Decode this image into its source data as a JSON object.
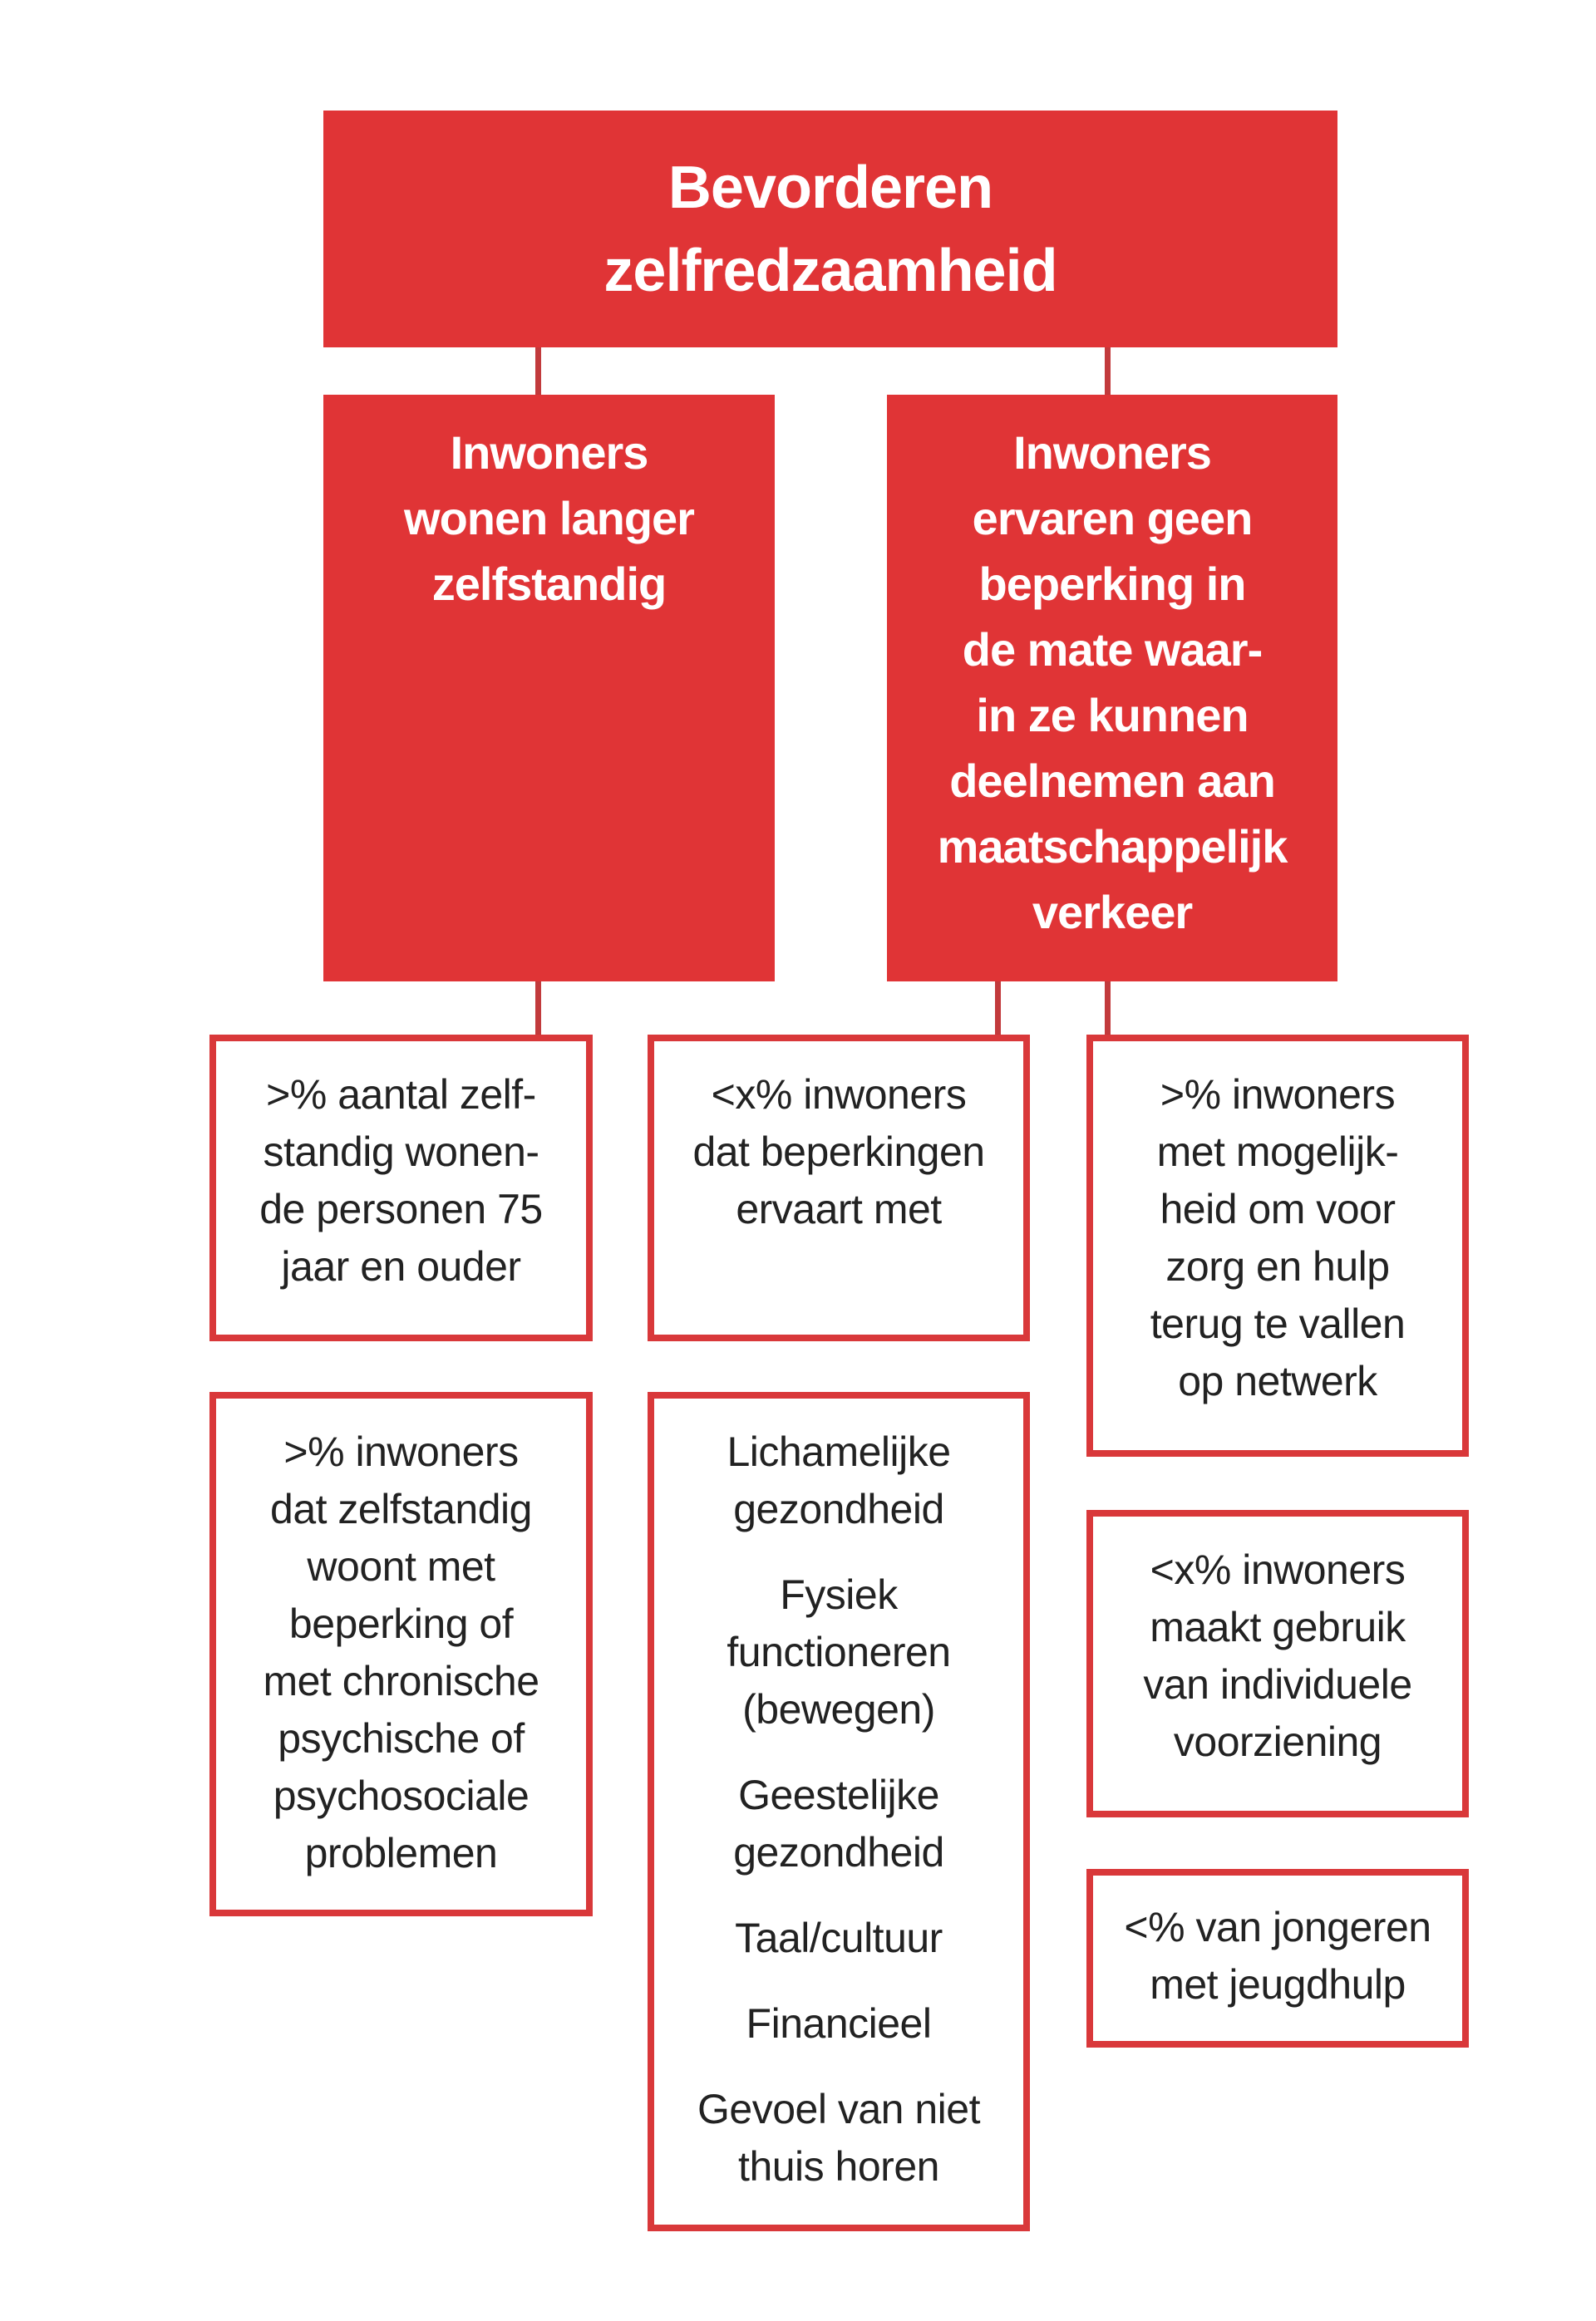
{
  "colors": {
    "fill": "#e03436",
    "border": "#d9383a",
    "connector": "#c23a3c"
  },
  "root": {
    "lines": [
      "Bevorderen",
      "zelfredzaamheid"
    ]
  },
  "goals": [
    {
      "lines": [
        "Inwoners",
        "wonen langer",
        "zelfstandig"
      ]
    },
    {
      "lines": [
        "Inwoners",
        "ervaren geen",
        "beperking in",
        "de mate waar-",
        "in ze kunnen",
        "deelnemen aan",
        "maatschappelijk",
        "verkeer"
      ]
    }
  ],
  "indicators": {
    "left": [
      {
        "lines": [
          ">% aantal zelf-",
          "standig wonen-",
          "de personen 75",
          "jaar en ouder"
        ]
      },
      {
        "lines": [
          ">% inwoners",
          "dat zelfstandig",
          "woont met",
          "beperking of",
          "met chronische",
          "psychische of",
          "psychosociale",
          "problemen"
        ]
      }
    ],
    "middle": [
      {
        "lines": [
          "<x% inwoners",
          "dat beperkingen",
          "ervaart met"
        ]
      },
      {
        "groups": [
          [
            "Lichamelijke",
            "gezondheid"
          ],
          [
            "Fysiek",
            "functioneren",
            "(bewegen)"
          ],
          [
            "Geestelijke",
            "gezondheid"
          ],
          [
            "Taal/cultuur"
          ],
          [
            "Financieel"
          ],
          [
            "Gevoel van niet",
            "thuis horen"
          ]
        ]
      }
    ],
    "right": [
      {
        "lines": [
          ">% inwoners",
          "met mogelijk-",
          "heid om voor",
          "zorg en hulp",
          "terug te vallen",
          "op netwerk"
        ]
      },
      {
        "lines": [
          "<x% inwoners",
          "maakt gebruik",
          "van individuele",
          "voorziening"
        ]
      },
      {
        "lines": [
          "<% van jongeren",
          "met jeugdhulp"
        ]
      }
    ]
  }
}
